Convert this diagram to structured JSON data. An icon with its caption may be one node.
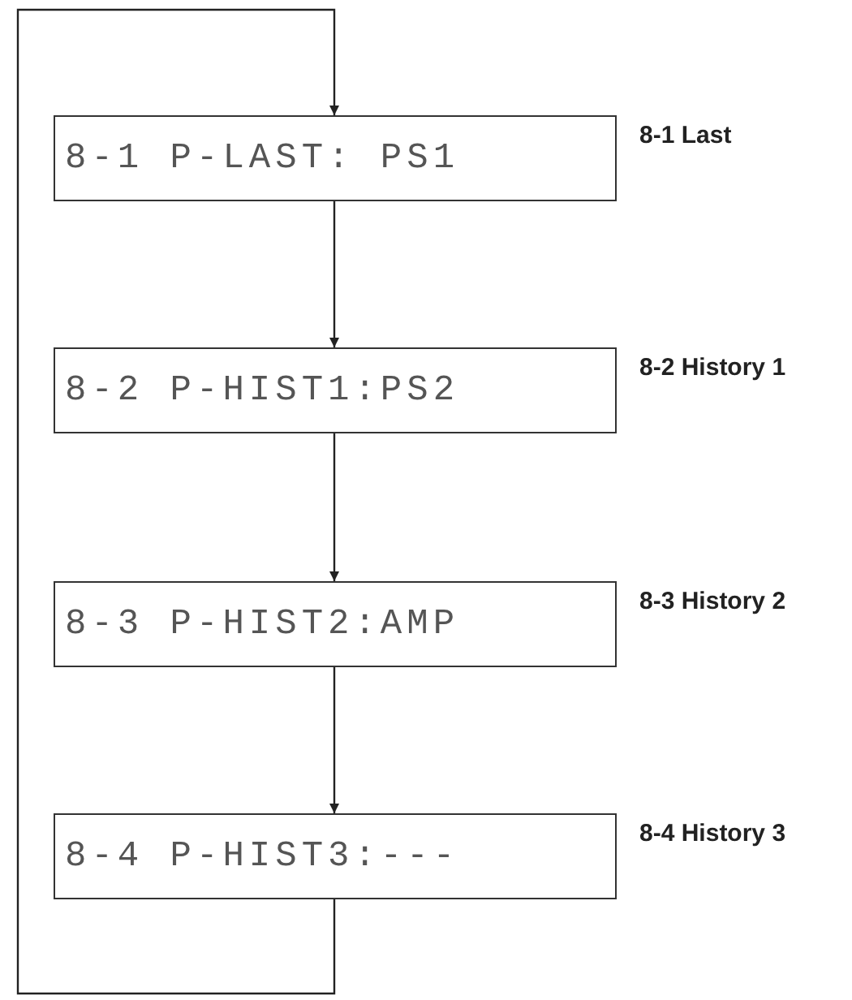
{
  "diagram": {
    "nodes": [
      {
        "text": [
          "8-1 P-LAST: PS1"
        ],
        "beside": [
          "8-1 Last"
        ]
      },
      {
        "text": [
          "8-2 P-HIST1:PS2"
        ],
        "beside": [
          "8-2 History 1"
        ]
      },
      {
        "text": [
          "8-3 P-HIST2:AMP"
        ],
        "beside": [
          "8-3 History 2"
        ]
      },
      {
        "text": [
          "8-4 P-HIST3:---"
        ],
        "beside": [
          "8-4 History 3"
        ]
      }
    ],
    "edges": [
      {
        "from": 0,
        "to": 1,
        "arrow": "to"
      },
      {
        "from": 1,
        "to": 2,
        "arrow": "to"
      },
      {
        "from": 2,
        "to": 3,
        "arrow": "to"
      },
      {
        "from": 3,
        "to": 0,
        "arrow": "to"
      }
    ]
  }
}
